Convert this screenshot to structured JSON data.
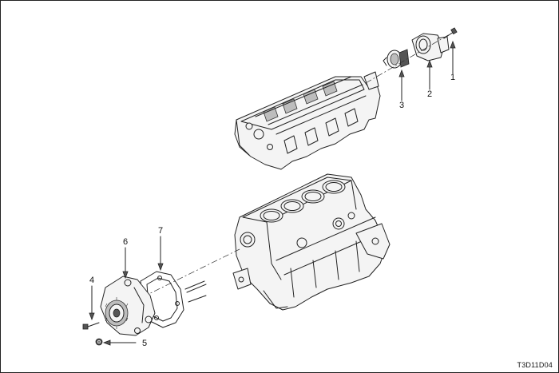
{
  "callouts": [
    {
      "id": "1",
      "label": "1"
    },
    {
      "id": "2",
      "label": "2"
    },
    {
      "id": "3",
      "label": "3"
    },
    {
      "id": "4",
      "label": "4"
    },
    {
      "id": "5",
      "label": "5"
    },
    {
      "id": "6",
      "label": "6"
    },
    {
      "id": "7",
      "label": "7"
    }
  ],
  "drawing_code": "T3D11D04"
}
